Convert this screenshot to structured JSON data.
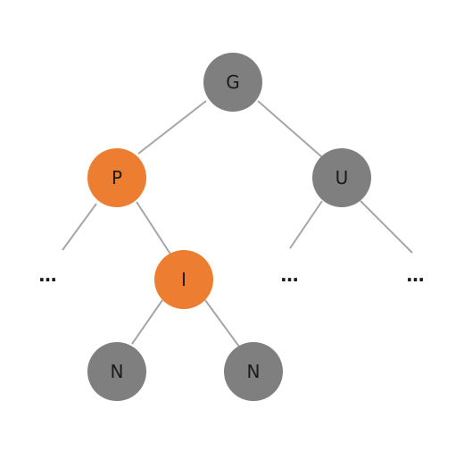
{
  "colors": {
    "gray_node": "#7f7f7f",
    "orange_node": "#ed7d31",
    "edge": "#a6a6a6"
  },
  "nodes": [
    {
      "id": "g",
      "label": "G",
      "color": "gray"
    },
    {
      "id": "p",
      "label": "P",
      "color": "orange"
    },
    {
      "id": "u",
      "label": "U",
      "color": "gray"
    },
    {
      "id": "i",
      "label": "I",
      "color": "orange"
    },
    {
      "id": "n1",
      "label": "N",
      "color": "gray"
    },
    {
      "id": "n2",
      "label": "N",
      "color": "gray"
    }
  ],
  "ellipses": [
    {
      "id": "p-left",
      "label": "…"
    },
    {
      "id": "u-left",
      "label": "…"
    },
    {
      "id": "u-right",
      "label": "…"
    }
  ]
}
